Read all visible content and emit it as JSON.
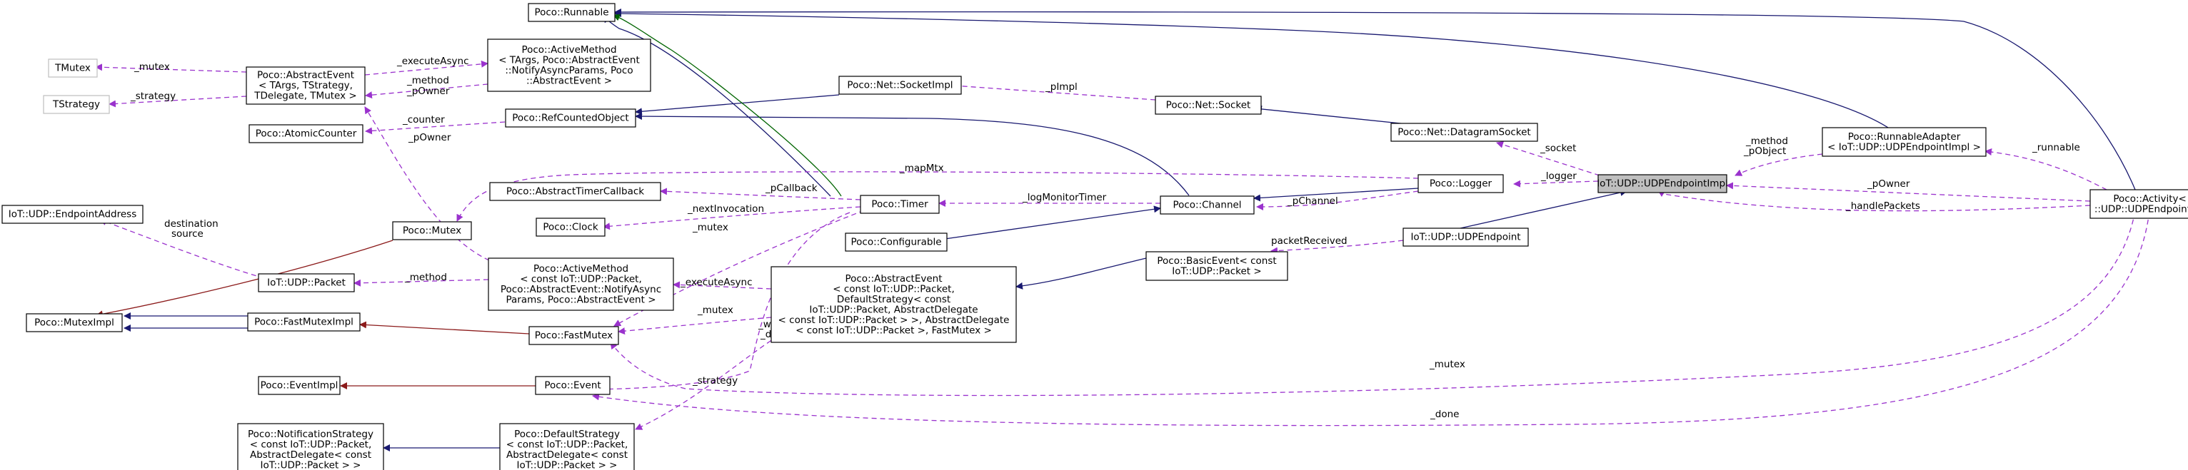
{
  "nodes": {
    "tmutex": {
      "lines": [
        "TMutex"
      ]
    },
    "tstrategy": {
      "lines": [
        "TStrategy"
      ]
    },
    "abstract_event_t": {
      "lines": [
        "Poco::AbstractEvent",
        "< TArgs, TStrategy,",
        "TDelegate, TMutex >"
      ]
    },
    "active_method_t": {
      "lines": [
        "Poco::ActiveMethod",
        "< TArgs, Poco::AbstractEvent",
        "::NotifyAsyncParams, Poco",
        "::AbstractEvent >"
      ]
    },
    "runnable": {
      "lines": [
        "Poco::Runnable"
      ]
    },
    "atomic_counter": {
      "lines": [
        "Poco::AtomicCounter"
      ]
    },
    "refcounted": {
      "lines": [
        "Poco::RefCountedObject"
      ]
    },
    "socket_impl": {
      "lines": [
        "Poco::Net::SocketImpl"
      ]
    },
    "net_socket": {
      "lines": [
        "Poco::Net::Socket"
      ]
    },
    "datagram_socket": {
      "lines": [
        "Poco::Net::DatagramSocket"
      ]
    },
    "runnable_adapter": {
      "lines": [
        "Poco::RunnableAdapter",
        "< IoT::UDP::UDPEndpointImpl >"
      ]
    },
    "endpoint_address": {
      "lines": [
        "IoT::UDP::EndpointAddress"
      ]
    },
    "mutex": {
      "lines": [
        "Poco::Mutex"
      ]
    },
    "timer_callback": {
      "lines": [
        "Poco::AbstractTimerCallback"
      ]
    },
    "clock": {
      "lines": [
        "Poco::Clock"
      ]
    },
    "timer": {
      "lines": [
        "Poco::Timer"
      ]
    },
    "configurable": {
      "lines": [
        "Poco::Configurable"
      ]
    },
    "channel": {
      "lines": [
        "Poco::Channel"
      ]
    },
    "logger": {
      "lines": [
        "Poco::Logger"
      ]
    },
    "endpoint_impl": {
      "lines": [
        "IoT::UDP::UDPEndpointImpl"
      ]
    },
    "activity": {
      "lines": [
        "Poco::Activity< IoT",
        "::UDP::UDPEndpointImpl >"
      ]
    },
    "udp_endpoint": {
      "lines": [
        "IoT::UDP::UDPEndpoint"
      ]
    },
    "basic_event": {
      "lines": [
        "Poco::BasicEvent< const",
        "IoT::UDP::Packet >"
      ]
    },
    "packet": {
      "lines": [
        "IoT::UDP::Packet"
      ]
    },
    "active_method_packet": {
      "lines": [
        "Poco::ActiveMethod",
        "< const IoT::UDP::Packet,",
        "Poco::AbstractEvent::NotifyAsync",
        "Params, Poco::AbstractEvent >"
      ]
    },
    "abstract_event_packet": {
      "lines": [
        "Poco::AbstractEvent",
        "< const IoT::UDP::Packet,",
        "DefaultStrategy< const",
        "IoT::UDP::Packet, AbstractDelegate",
        "< const IoT::UDP::Packet > >, AbstractDelegate",
        "< const IoT::UDP::Packet >, FastMutex >"
      ]
    },
    "mutex_impl": {
      "lines": [
        "Poco::MutexImpl"
      ]
    },
    "fast_mutex_impl": {
      "lines": [
        "Poco::FastMutexImpl"
      ]
    },
    "fast_mutex": {
      "lines": [
        "Poco::FastMutex"
      ]
    },
    "event_impl": {
      "lines": [
        "Poco::EventImpl"
      ]
    },
    "event": {
      "lines": [
        "Poco::Event"
      ]
    },
    "notification_strategy": {
      "lines": [
        "Poco::NotificationStrategy",
        "< const IoT::UDP::Packet,",
        "AbstractDelegate< const",
        "IoT::UDP::Packet > >"
      ]
    },
    "default_strategy": {
      "lines": [
        "Poco::DefaultStrategy",
        "< const IoT::UDP::Packet,",
        "AbstractDelegate< const",
        "IoT::UDP::Packet > >"
      ]
    }
  },
  "edge_labels": {
    "mutex_tmutex": "_mutex",
    "strategy_tstrategy": "_strategy",
    "execute_async_1": "_executeAsync",
    "method_powner_1": [
      "_method",
      "_pOwner"
    ],
    "powner_1": "_pOwner",
    "counter": "_counter",
    "pimpl": "_pImpl",
    "socket": "_socket",
    "method_pobject": [
      "_method",
      "_pObject"
    ],
    "runnable": "_runnable",
    "map_mtx": "_mapMtx",
    "logger": "_logger",
    "pcallback": "_pCallback",
    "next_invocation": "_nextInvocation",
    "log_monitor_timer": "_logMonitorTimer",
    "pchannel": "_pChannel",
    "powner_2": "_pOwner",
    "handle_packets": "_handlePackets",
    "destination_source": [
      "destination",
      "source"
    ],
    "method_2": "_method",
    "execute_async_2": "_executeAsync",
    "mutex_timer": "_mutex",
    "mutex_event": "_mutex",
    "packet_received": "packetReceived",
    "wakeup_done": [
      "_wakeUp",
      "_done"
    ],
    "strategy_2": "_strategy",
    "mutex_activity": "_mutex",
    "done_activity": "_done"
  }
}
